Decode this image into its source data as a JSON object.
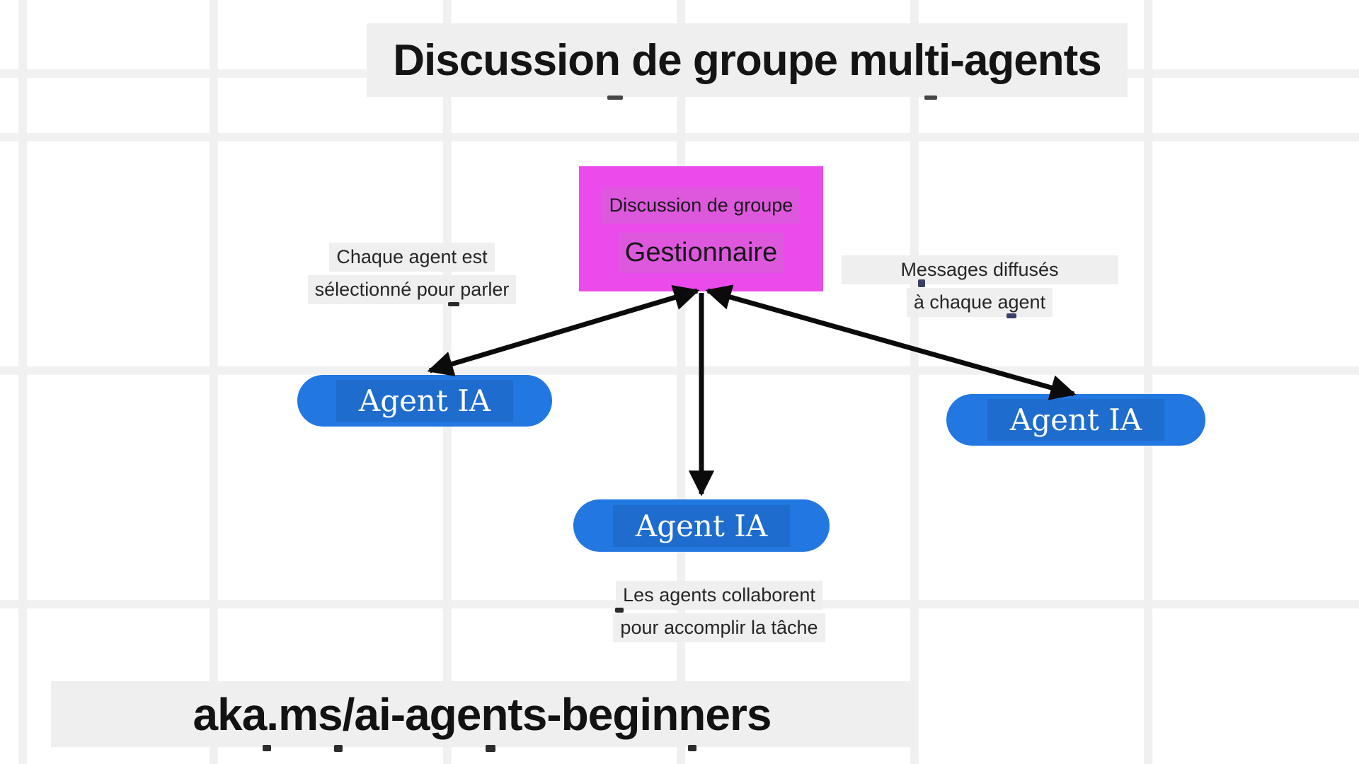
{
  "title": {
    "text": "Discussion de groupe multi-agents"
  },
  "manager": {
    "line1": "Discussion de groupe",
    "line2": "Gestionnaire"
  },
  "agents": [
    {
      "label": "Agent IA"
    },
    {
      "label": "Agent IA"
    },
    {
      "label": "Agent IA"
    }
  ],
  "annotations": {
    "left": {
      "line1": "Chaque agent est",
      "line2": "sélectionné pour parler"
    },
    "right": {
      "line1": "Messages diffusés",
      "line2": "à chaque agent"
    },
    "bottom": {
      "line1": "Les agents collaborent",
      "line2": "pour accomplir la tâche"
    }
  },
  "footer": {
    "url": "aka.ms/ai-agents-beginners"
  },
  "colors": {
    "manager_magenta": "#EC4BEC",
    "manager_inner_magenta": "#DD58DD",
    "agent_blue": "#2277E0",
    "highlight_gray": "#EFEFEF",
    "grid_line": "#F0F0F0",
    "arrow_black": "#0B0B0B",
    "text_dark": "#1A1A1A"
  }
}
